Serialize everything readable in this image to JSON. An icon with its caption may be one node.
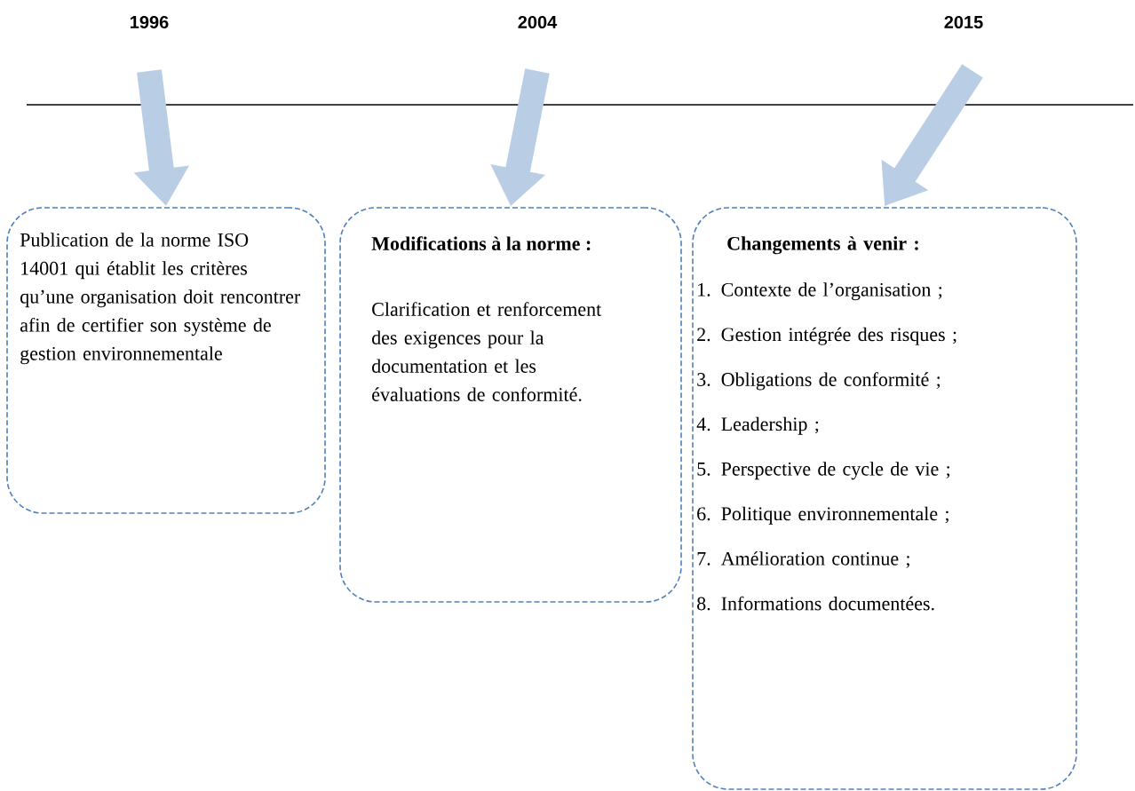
{
  "diagram": {
    "nodes": [
      {
        "text": [
          "Publication de la norme ISO 14001 qui établit les critères qu’une organisation doit rencontrer afin de certifier son système de gestion environnementale"
        ]
      },
      {
        "text": [
          "Modifications à la norme :",
          "Clarification et renforcement des exigences pour la documentation et les évaluations de conformité."
        ]
      },
      {
        "text": [
          "Changements à venir :",
          "1. Contexte de l’organisation ;",
          "2. Gestion intégrée des risques ;",
          "3. Obligations de conformité ;",
          "4. Leadership ;",
          "5. Perspective de cycle de vie ;",
          "6. Politique environnementale ;",
          "7. Amélioration continue ;",
          "8. Informations documentées."
        ]
      }
    ],
    "edges": [
      {
        "from": null,
        "to": 0,
        "arrow": "to"
      },
      {
        "from": null,
        "to": 1,
        "arrow": "to"
      },
      {
        "from": null,
        "to": 2,
        "arrow": "to"
      }
    ],
    "labels": [
      "1996",
      "2004",
      "2015"
    ]
  }
}
